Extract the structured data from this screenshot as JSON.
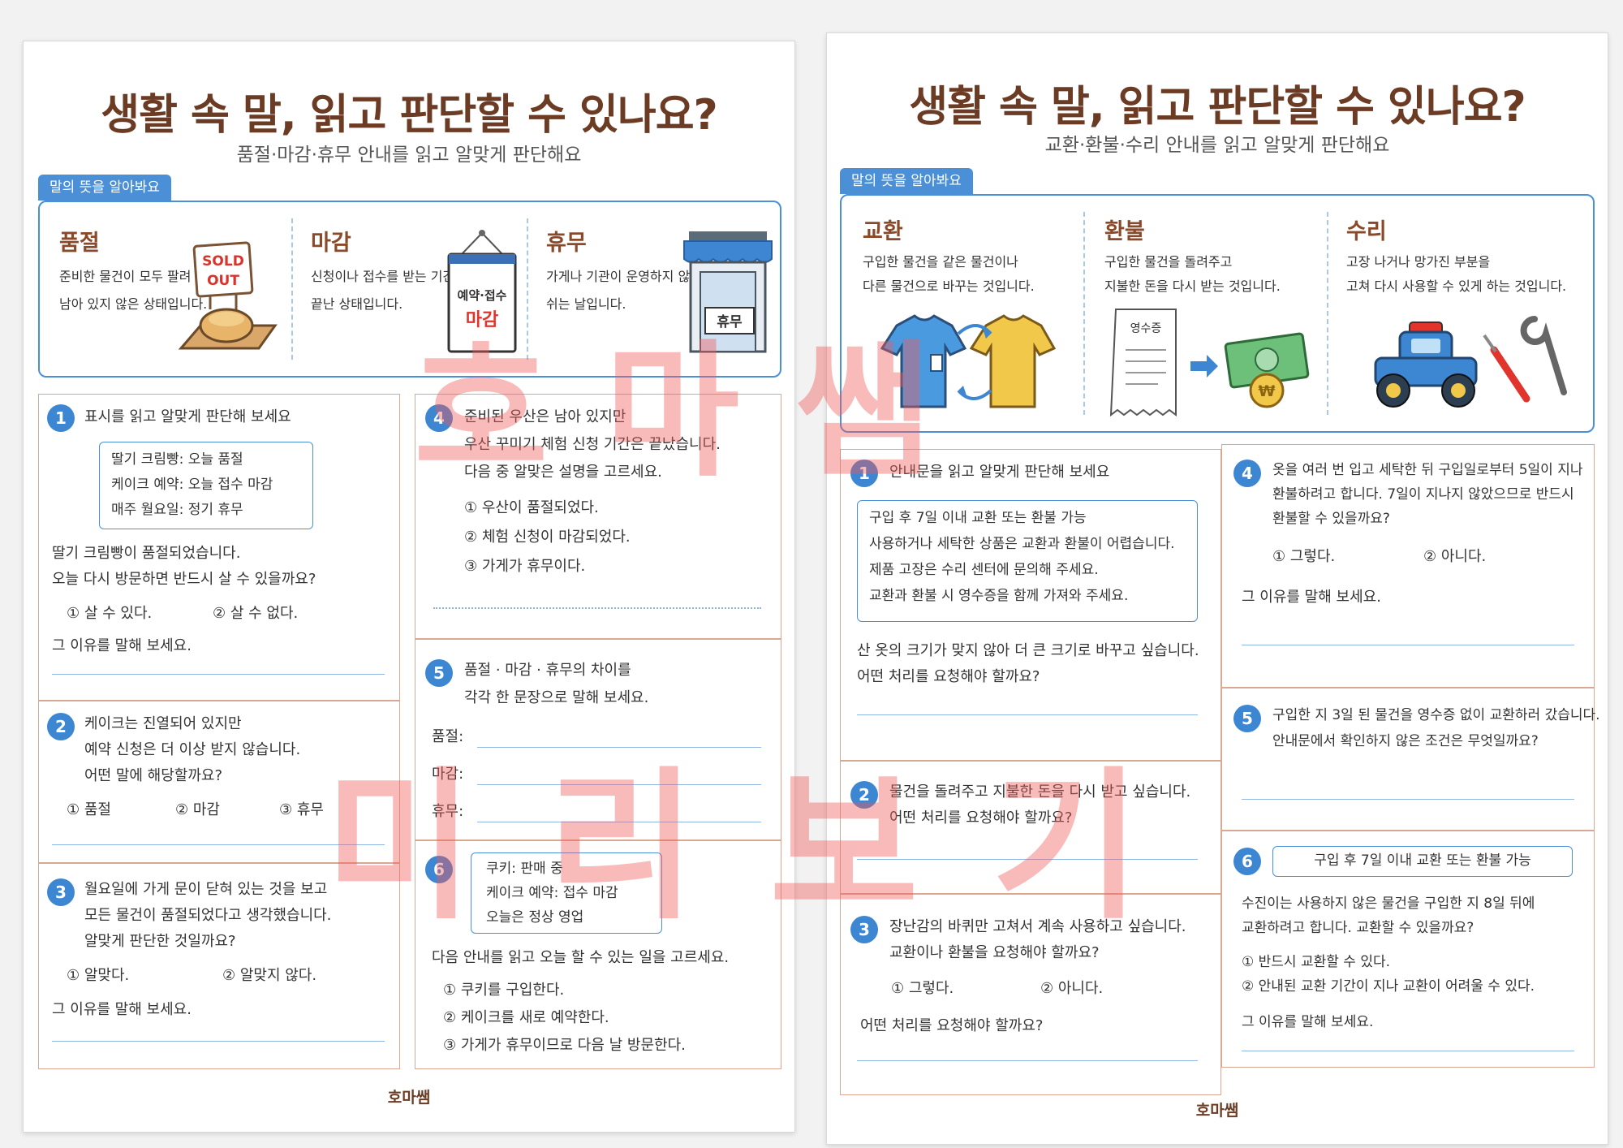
{
  "sheet1": {
    "title": "생활 속 말, 읽고 판단할 수 있나요?",
    "subtitle": "품절·마감·휴무 안내를 읽고 알맞게 판단해요",
    "vocab_tab": "말의 뜻을 알아봐요",
    "vocab": [
      {
        "term": "품절",
        "desc1": "준비한 물건이 모두 팔려",
        "desc2": "남아 있지 않은 상태입니다."
      },
      {
        "term": "마감",
        "desc1": "신청이나 접수를 받는 기간이",
        "desc2": "끝난 상태입니다."
      },
      {
        "term": "휴무",
        "desc1": "가게나 기관이 운영하지 않고",
        "desc2": "쉬는 날입니다."
      }
    ],
    "sign_sold": "SOLD",
    "sign_out": "OUT",
    "sign_reserve": "예약·접수",
    "sign_closed": "마감",
    "sign_holiday": "휴무",
    "q1": {
      "num": "1",
      "title": "표시를 읽고 알맞게 판단해 보세요",
      "box": [
        "딸기 크림빵: 오늘 품절",
        "케이크 예약: 오늘 접수 마감",
        "매주 월요일: 정기 휴무"
      ],
      "text1": "딸기 크림빵이 품절되었습니다.",
      "text2": "오늘 다시 방문하면 반드시 살 수 있을까요?",
      "opt1": "① 살 수 있다.",
      "opt2": "② 살 수 없다.",
      "reason": "그 이유를 말해 보세요."
    },
    "q2": {
      "num": "2",
      "text1": "케이크는 진열되어 있지만",
      "text2": "예약 신청은 더 이상 받지 않습니다.",
      "text3": "어떤 말에 해당할까요?",
      "opt1": "① 품절",
      "opt2": "② 마감",
      "opt3": "③ 휴무"
    },
    "q3": {
      "num": "3",
      "text1": "월요일에 가게 문이 닫혀 있는 것을 보고",
      "text2": "모든 물건이 품절되었다고 생각했습니다.",
      "text3": "알맞게 판단한 것일까요?",
      "opt1": "① 알맞다.",
      "opt2": "② 알맞지 않다.",
      "reason": "그 이유를 말해 보세요."
    },
    "q4": {
      "num": "4",
      "text1": "준비된 우산은 남아 있지만",
      "text2": "우산 꾸미기 체험 신청 기간은 끝났습니다.",
      "text3": "다음 중 알맞은 설명을 고르세요.",
      "opt1": "① 우산이 품절되었다.",
      "opt2": "② 체험 신청이 마감되었다.",
      "opt3": "③ 가게가 휴무이다."
    },
    "q5": {
      "num": "5",
      "text1": "품절 · 마감 · 휴무의 차이를",
      "text2": "각각 한 문장으로 말해 보세요.",
      "l1": "품절:",
      "l2": "마감:",
      "l3": "휴무:"
    },
    "q6": {
      "num": "6",
      "box": [
        "쿠키: 판매 중",
        "케이크 예약: 접수 마감",
        "오늘은 정상 영업"
      ],
      "text1": "다음 안내를 읽고 오늘 할 수 있는 일을 고르세요.",
      "opt1": "① 쿠키를 구입한다.",
      "opt2": "② 케이크를 새로 예약한다.",
      "opt3": "③ 가게가 휴무이므로 다음 날 방문한다."
    },
    "footer": "호마쌤"
  },
  "sheet2": {
    "title": "생활 속 말, 읽고 판단할 수 있나요?",
    "subtitle": "교환·환불·수리 안내를 읽고 알맞게 판단해요",
    "vocab_tab": "말의 뜻을 알아봐요",
    "vocab": [
      {
        "term": "교환",
        "desc1": "구입한 물건을 같은 물건이나",
        "desc2": "다른 물건으로 바꾸는 것입니다."
      },
      {
        "term": "환불",
        "desc1": "구입한 물건을 돌려주고",
        "desc2": "지불한 돈을 다시 받는 것입니다."
      },
      {
        "term": "수리",
        "desc1": "고장 나거나 망가진 부분을",
        "desc2": "고쳐 다시 사용할 수 있게 하는 것입니다."
      }
    ],
    "receipt": "영수증",
    "won": "₩",
    "q1": {
      "num": "1",
      "title": "안내문을 읽고 알맞게 판단해 보세요",
      "box": [
        "구입 후 7일 이내 교환 또는 환불 가능",
        "사용하거나 세탁한 상품은 교환과 환불이 어렵습니다.",
        "제품 고장은 수리 센터에 문의해 주세요.",
        "교환과 환불 시 영수증을 함께 가져와 주세요."
      ],
      "text1": "산 옷의 크기가 맞지 않아 더 큰 크기로 바꾸고 싶습니다.",
      "text2": "어떤 처리를 요청해야 할까요?"
    },
    "q2": {
      "num": "2",
      "text1": "물건을 돌려주고 지불한 돈을 다시 받고 싶습니다.",
      "text2": "어떤 처리를 요청해야 할까요?"
    },
    "q3": {
      "num": "3",
      "text1": "장난감의 바퀴만 고쳐서 계속 사용하고 싶습니다.",
      "text2": "교환이나 환불을 요청해야 할까요?",
      "opt1": "① 그렇다.",
      "opt2": "② 아니다.",
      "text3": "어떤 처리를 요청해야 할까요?"
    },
    "q4": {
      "num": "4",
      "text1": "옷을 여러 번 입고 세탁한 뒤 구입일로부터 5일이 지나",
      "text2": "환불하려고 합니다. 7일이 지나지 않았으므로 반드시",
      "text3": "환불할 수 있을까요?",
      "opt1": "① 그렇다.",
      "opt2": "② 아니다.",
      "reason": "그 이유를 말해 보세요."
    },
    "q5": {
      "num": "5",
      "text1": "구입한 지 3일 된 물건을 영수증 없이 교환하러 갔습니다.",
      "text2": "안내문에서 확인하지 않은 조건은 무엇일까요?"
    },
    "q6": {
      "num": "6",
      "box": "구입 후 7일 이내 교환 또는 환불 가능",
      "text1": "수진이는 사용하지 않은 물건을 구입한 지 8일 뒤에",
      "text2": "교환하려고 합니다. 교환할 수 있을까요?",
      "opt1": "① 반드시 교환할 수 있다.",
      "opt2": "② 안내된 교환 기간이 지나 교환이 어려울 수 있다.",
      "reason": "그 이유를 말해 보세요."
    },
    "footer": "호마쌤"
  },
  "watermark": {
    "line1": "호마쌤",
    "line2": "미리보기"
  }
}
